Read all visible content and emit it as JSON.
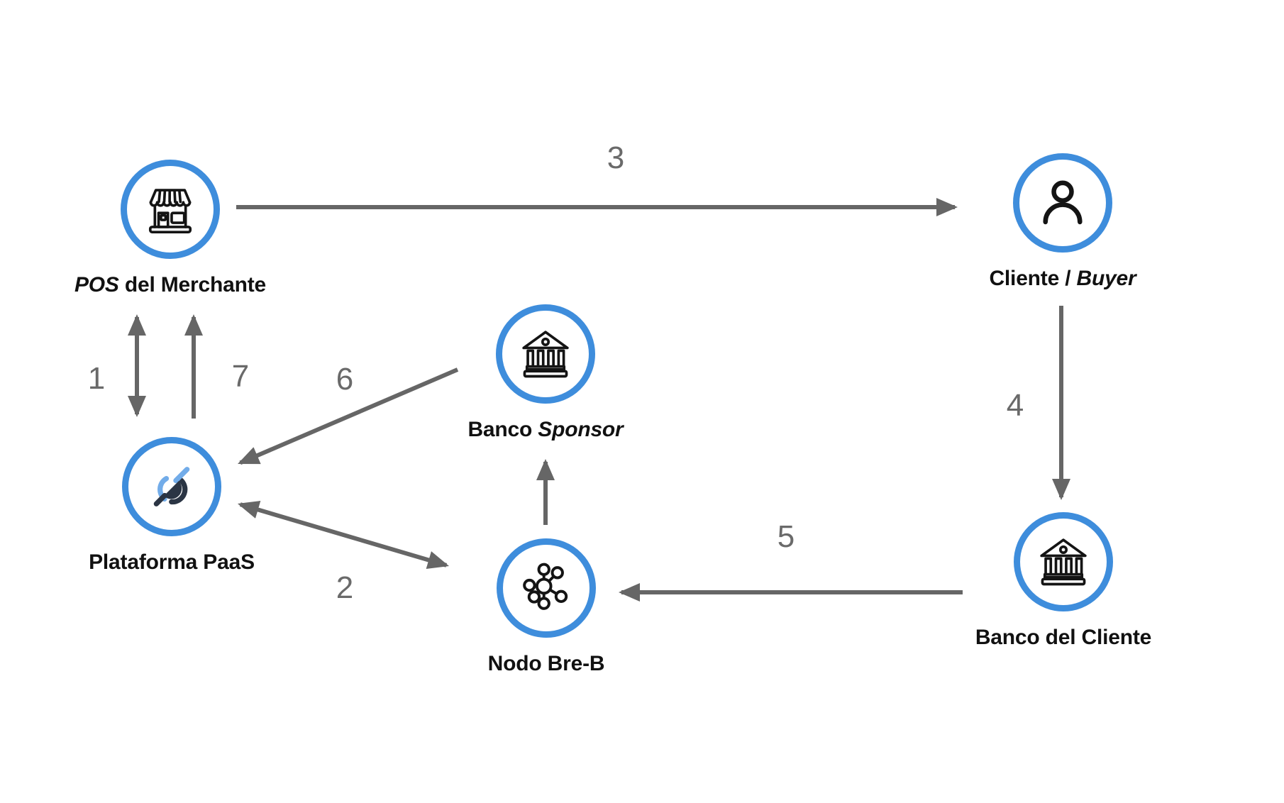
{
  "nodes": {
    "pos_merchant": {
      "icon": "storefront-icon",
      "part1": "POS",
      "part2": " del Merchante"
    },
    "cliente": {
      "icon": "person-icon",
      "part1": "Cliente / ",
      "part2": "Buyer"
    },
    "banco_sponsor": {
      "icon": "bank-icon",
      "part1": "Banco ",
      "part2": "Sponsor"
    },
    "plataforma": {
      "icon": "paas-logo-icon",
      "part1": "Plataforma PaaS",
      "part2": ""
    },
    "nodo_breb": {
      "icon": "network-icon",
      "part1": "Nodo Bre-B",
      "part2": ""
    },
    "banco_cliente": {
      "icon": "bank-icon",
      "part1": "Banco del Cliente",
      "part2": ""
    }
  },
  "arrows": {
    "a1": {
      "label": "1",
      "from": "POS del Merchante",
      "to": "Plataforma PaaS",
      "bidirectional": true
    },
    "a2": {
      "label": "2",
      "from": "Plataforma PaaS",
      "to": "Nodo Bre-B",
      "bidirectional": true
    },
    "a3": {
      "label": "3",
      "from": "POS del Merchante",
      "to": "Cliente / Buyer",
      "bidirectional": false
    },
    "a4": {
      "label": "4",
      "from": "Cliente / Buyer",
      "to": "Banco del Cliente",
      "bidirectional": false
    },
    "a5": {
      "label": "5",
      "from": "Banco del Cliente",
      "to": "Nodo Bre-B",
      "bidirectional": false
    },
    "a6": {
      "label": "6",
      "from": "Banco Sponsor",
      "to": "Plataforma PaaS",
      "bidirectional": false
    },
    "a7": {
      "label": "7",
      "from": "Plataforma PaaS",
      "to": "POS del Merchante",
      "bidirectional": false
    },
    "a8": {
      "label": "",
      "from": "Nodo Bre-B",
      "to": "Banco Sponsor",
      "bidirectional": false
    }
  },
  "colors": {
    "ring_blue": "#3E8DDC",
    "arrow_gray": "#666666",
    "number_gray": "#6A6A6A",
    "icon_black": "#141414",
    "logo_light_blue": "#72ACE9",
    "logo_dark_navy": "#2B3544"
  }
}
